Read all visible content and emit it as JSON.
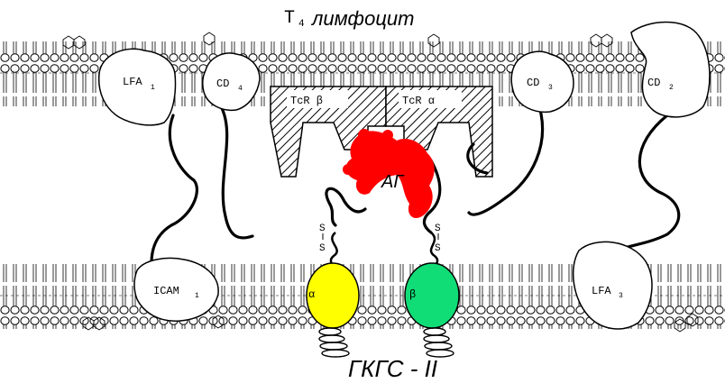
{
  "title": {
    "main": "T",
    "sub": "4",
    "rest": "лимфоцит"
  },
  "bottom_label": "ГКГС - II",
  "antigen_label": "АГ",
  "molecules": {
    "lfa1": {
      "main": "LFA",
      "sub": "1"
    },
    "cd4": {
      "main": "CD",
      "sub": "4"
    },
    "cd3": {
      "main": "CD",
      "sub": "3"
    },
    "cd2": {
      "main": "CD",
      "sub": "2"
    },
    "icam1": {
      "main": "ICAM",
      "sub": "1"
    },
    "lfa3": {
      "main": "LFA",
      "sub": "3"
    },
    "tcr_beta": "TcR β",
    "tcr_alpha": "TcR α",
    "mhc_alpha": "α",
    "mhc_beta": "β",
    "disulfide_left": [
      "S",
      "S"
    ],
    "disulfide_right": [
      "S",
      "S"
    ]
  },
  "colors": {
    "mhc_alpha": "#ffff00",
    "mhc_beta": "#11dd77",
    "antigen": "#ff0000",
    "outline": "#000000"
  }
}
